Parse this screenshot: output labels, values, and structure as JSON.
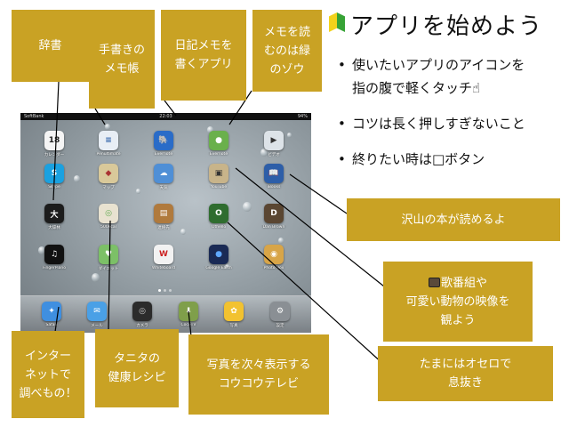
{
  "title": "アプリを始めよう",
  "bullets": [
    "使いたいアプリのアイコンを\n指の腹で軽くタッチ☝",
    "コツは長く押しすぎないこと",
    "終りたい時は□ボタン"
  ],
  "bullet_symbol": "•",
  "callouts": {
    "dictionary": "辞書",
    "handwriting_memo": "手書きの\nメモ帳",
    "diary_memo": "日記メモを\n書くアプリ",
    "green_elephant": "メモを読\nむのは緑\nのゾウ",
    "ebooks": "沢山の本が読めるよ",
    "tv_videos": "歌番組や\n可愛い動物の映像を\n観よう",
    "othello": "たまにはオセロで\n息抜き",
    "internet": "インター\nネットで\n調べもの！",
    "tanita": "タニタの\n健康レシピ",
    "photos_tv": "写真を次々表示する\nコウコウテレビ"
  },
  "ipad": {
    "status_bar": {
      "carrier": "SoftBank",
      "time": "22:03",
      "battery": "94%"
    },
    "apps": [
      {
        "label": "カレンダー",
        "glyph": "18",
        "color": "#f4f4f4",
        "text_color": "#222"
      },
      {
        "label": "Penultimate",
        "glyph": "≡",
        "color": "#e8eef5",
        "text_color": "#2b5fa8"
      },
      {
        "label": "Evernote",
        "glyph": "🐘",
        "color": "#2a6cc8",
        "text_color": "#fff"
      },
      {
        "label": "Evernote",
        "glyph": "●",
        "color": "#6ab04c",
        "text_color": "#fff"
      },
      {
        "label": "ビデオ",
        "glyph": "▶",
        "color": "#dde3e8",
        "text_color": "#333"
      },
      {
        "label": "Skype",
        "glyph": "S",
        "color": "#1aa1e0",
        "text_color": "#fff"
      },
      {
        "label": "マップ",
        "glyph": "◆",
        "color": "#d9c99a",
        "text_color": "#a33"
      },
      {
        "label": "天気",
        "glyph": "☁",
        "color": "#4f8fd6",
        "text_color": "#fff"
      },
      {
        "label": "YouTube",
        "glyph": "▣",
        "color": "#c8b48a",
        "text_color": "#333"
      },
      {
        "label": "iBooks",
        "glyph": "📖",
        "color": "#2d5ea8",
        "text_color": "#fff"
      },
      {
        "label": "大辞林",
        "glyph": "大",
        "color": "#1c1c1c",
        "text_color": "#fff"
      },
      {
        "label": "500kcal",
        "glyph": "◎",
        "color": "#e8e2d0",
        "text_color": "#6a5"
      },
      {
        "label": "連絡先",
        "glyph": "▤",
        "color": "#b07a3d",
        "text_color": "#fff"
      },
      {
        "label": "Othello",
        "glyph": "O",
        "color": "#2f6d2f",
        "text_color": "#fff"
      },
      {
        "label": "Dan Brown",
        "glyph": "D",
        "color": "#5a4632",
        "text_color": "#fff"
      },
      {
        "label": "FingerPiano",
        "glyph": "♫",
        "color": "#111",
        "text_color": "#fff"
      },
      {
        "label": "ダイエット",
        "glyph": "♥",
        "color": "#7cc067",
        "text_color": "#fff"
      },
      {
        "label": "Whiteboard",
        "glyph": "W",
        "color": "#f2f2f2",
        "text_color": "#c22"
      },
      {
        "label": "Google Earth",
        "glyph": "●",
        "color": "#1a2a55",
        "text_color": "#5fa8ff"
      },
      {
        "label": "Photo Box",
        "glyph": "◉",
        "color": "#d8a548",
        "text_color": "#fff"
      }
    ],
    "dock": [
      {
        "label": "Safari",
        "glyph": "✦",
        "color": "#3f8fe0",
        "text_color": "#fff"
      },
      {
        "label": "メール",
        "glyph": "✉",
        "color": "#4aa0e6",
        "text_color": "#fff"
      },
      {
        "label": "カメラ",
        "glyph": "◎",
        "color": "#2b2b2b",
        "text_color": "#ccc"
      },
      {
        "label": "CocoTV",
        "glyph": "⬇",
        "color": "#7f9f4a",
        "text_color": "#fff"
      },
      {
        "label": "写真",
        "glyph": "✿",
        "color": "#f2c230",
        "text_color": "#fff"
      },
      {
        "label": "設定",
        "glyph": "⚙",
        "color": "#8a8f94",
        "text_color": "#fff"
      }
    ]
  },
  "colors": {
    "callout_bg": "#c9a224",
    "callout_text": "#ffffff",
    "line": "#000000"
  }
}
